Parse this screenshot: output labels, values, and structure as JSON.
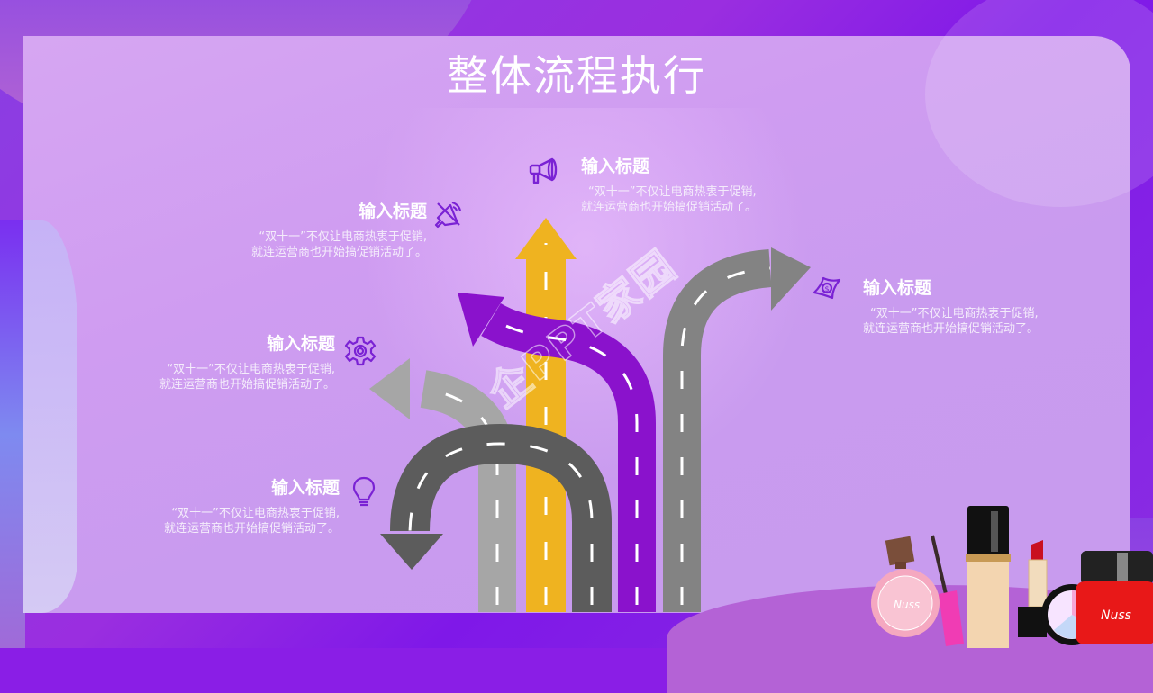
{
  "slide": {
    "title": "整体流程执行",
    "watermark": "企PPT家园",
    "colors": {
      "frame": "#8a1ee6",
      "panel": "#cf9cf1",
      "road_yellow": "#efb320",
      "road_purple": "#8a12cc",
      "road_gray_dark": "#5c5c5c",
      "road_gray_mid": "#838383",
      "road_gray_light": "#a6a6a6",
      "icon_stroke": "#7a22d4"
    }
  },
  "items": [
    {
      "id": "top-center",
      "icon": "megaphone-icon",
      "title": "输入标题",
      "line1": "“双十一”不仅让电商热衷于促销,",
      "line2": "就连运营商也开始搞促销活动了。"
    },
    {
      "id": "upper-left",
      "icon": "speaker-muted-icon",
      "title": "输入标题",
      "line1": "“双十一”不仅让电商热衷于促销,",
      "line2": "就连运营商也开始搞促销活动了。"
    },
    {
      "id": "right",
      "icon": "money-bill-icon",
      "title": "输入标题",
      "line1": "“双十一”不仅让电商热衷于促销,",
      "line2": "就连运营商也开始搞促销活动了。"
    },
    {
      "id": "mid-left",
      "icon": "gear-icon",
      "title": "输入标题",
      "line1": "“双十一”不仅让电商热衷于促销,",
      "line2": "就连运营商也开始搞促销活动了。"
    },
    {
      "id": "lower-left",
      "icon": "lightbulb-icon",
      "title": "输入标题",
      "line1": "“双十一”不仅让电商热衷于促销,",
      "line2": "就连运营商也开始搞促销活动了。"
    }
  ],
  "decorations": {
    "cosmetics": [
      "perfume-bottle",
      "mascara",
      "foundation-bottle",
      "lipstick",
      "eyeshadow-compact",
      "cream-jar"
    ],
    "cosmetic_brand_text": "Nuss"
  }
}
